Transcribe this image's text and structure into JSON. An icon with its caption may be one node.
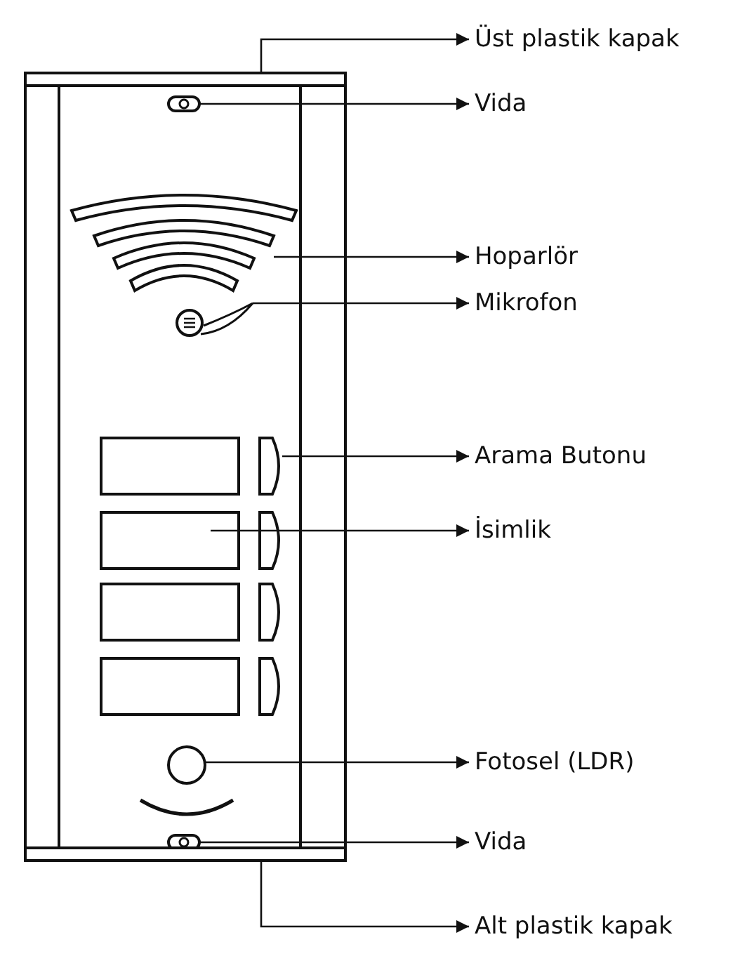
{
  "diagram": {
    "nodes": [
      {
        "text": [
          "Üst plastik kapak"
        ]
      },
      {
        "text": [],
        "shape": "bar"
      },
      {
        "text": [
          "Vida"
        ]
      },
      {
        "text": [],
        "shape": "screw"
      },
      {
        "text": [
          "Hoparlör"
        ]
      },
      {
        "text": [],
        "shape": "arc"
      },
      {
        "text": [
          "Mikrofon"
        ]
      },
      {
        "text": [],
        "shape": "circle"
      },
      {
        "text": [
          "Arama Butonu"
        ]
      },
      {
        "text": [],
        "shape": "button"
      },
      {
        "text": [
          "İsimlik"
        ]
      },
      {
        "text": [],
        "shape": "box"
      },
      {
        "text": [
          "Fotosel (LDR)"
        ]
      },
      {
        "text": [],
        "shape": "circle"
      },
      {
        "text": [
          "Vida"
        ]
      },
      {
        "text": [],
        "shape": "screw"
      },
      {
        "text": [
          "Alt plastik kapak"
        ]
      },
      {
        "text": [],
        "shape": "bar"
      },
      {
        "text": [],
        "shape": "box"
      },
      {
        "text": [],
        "shape": "box"
      },
      {
        "text": [],
        "shape": "box"
      },
      {
        "text": [],
        "shape": "button"
      },
      {
        "text": [],
        "shape": "button"
      },
      {
        "text": [],
        "shape": "button"
      }
    ],
    "edges": [
      {
        "from": 1,
        "to": 0,
        "arrow": "to"
      },
      {
        "from": 3,
        "to": 2,
        "arrow": "to"
      },
      {
        "from": 5,
        "to": 4,
        "arrow": "to"
      },
      {
        "from": 7,
        "to": 6,
        "arrow": "to"
      },
      {
        "from": 9,
        "to": 8,
        "arrow": "to"
      },
      {
        "from": 18,
        "to": 10,
        "arrow": "to"
      },
      {
        "from": 13,
        "to": 12,
        "arrow": "to"
      },
      {
        "from": 15,
        "to": 14,
        "arrow": "to"
      },
      {
        "from": 17,
        "to": 16,
        "arrow": "to"
      }
    ]
  }
}
